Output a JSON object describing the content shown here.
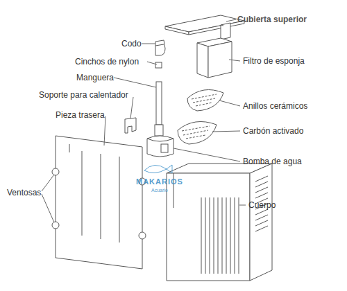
{
  "diagram": {
    "labels": [
      "Cubierta superior",
      "Codo",
      "Filtro de esponja",
      "Cinchos de nylon",
      "Manguera",
      "Soporte para calentador",
      "Anillos cerámicos",
      "Pieza trasera",
      "Carbón activado",
      "Bomba de agua",
      "MAKARIOS",
      "Acuario",
      "Ventosas",
      "Cuerpo"
    ]
  }
}
